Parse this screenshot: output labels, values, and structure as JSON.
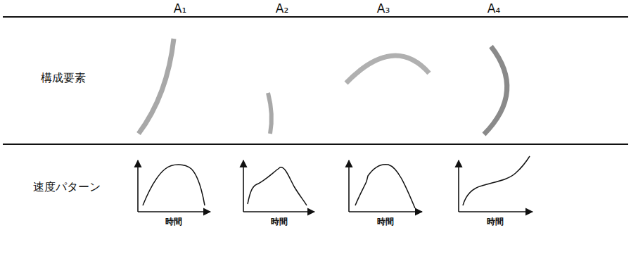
{
  "diagram": {
    "labels": [
      "A₁",
      "A₂",
      "A₃",
      "A₄",
      "構成要素",
      "速度パターン",
      "時間",
      "時間",
      "時間",
      "時間"
    ]
  }
}
